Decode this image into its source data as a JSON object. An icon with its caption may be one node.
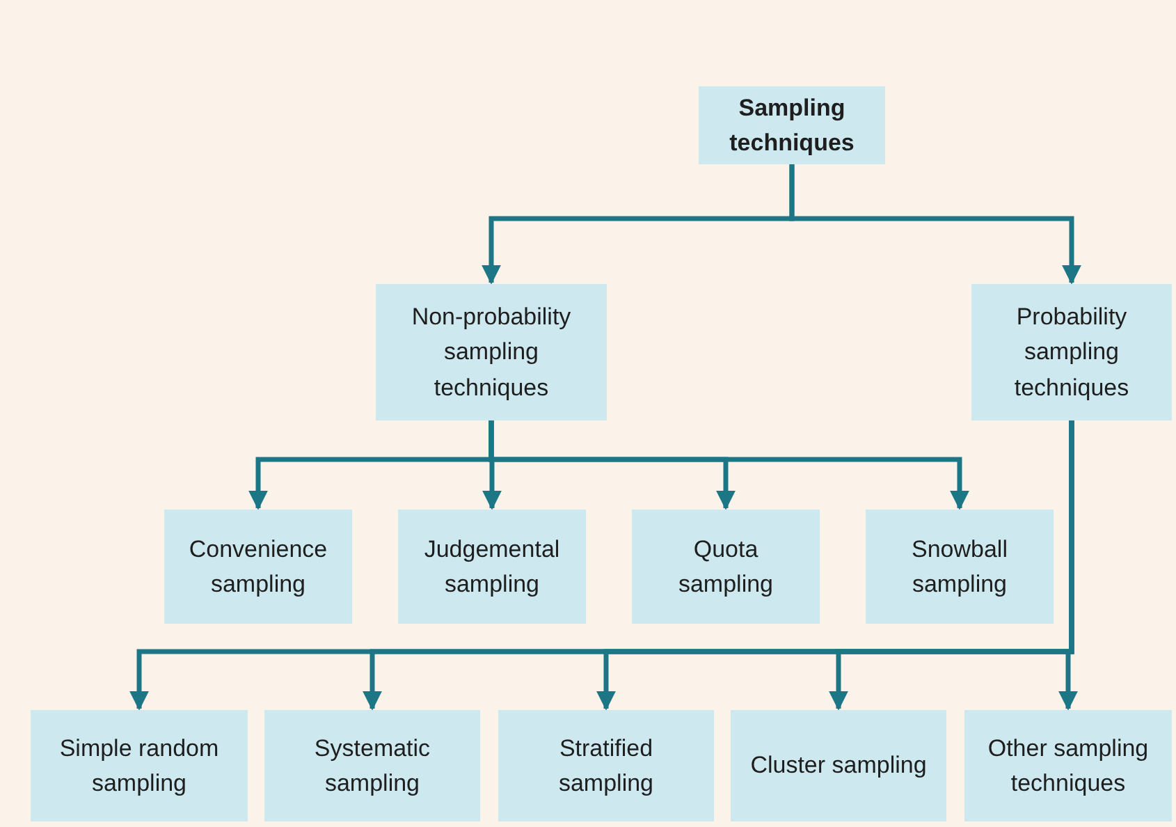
{
  "diagram": {
    "nodes": [
      {
        "text": [
          "Sampling techniques"
        ]
      },
      {
        "text": [
          "Non-probability sampling techniques"
        ]
      },
      {
        "text": [
          "Probability sampling techniques"
        ]
      },
      {
        "text": [
          "Convenience sampling"
        ]
      },
      {
        "text": [
          "Judgemental sampling"
        ]
      },
      {
        "text": [
          "Quota sampling"
        ]
      },
      {
        "text": [
          "Snowball sampling"
        ]
      },
      {
        "text": [
          "Simple random sampling"
        ]
      },
      {
        "text": [
          "Systematic sampling"
        ]
      },
      {
        "text": [
          "Stratified sampling"
        ]
      },
      {
        "text": [
          "Cluster sampling"
        ]
      },
      {
        "text": [
          "Other sampling techniques"
        ]
      }
    ],
    "edges": [
      {
        "from": 0,
        "to": 1,
        "arrow": "to"
      },
      {
        "from": 0,
        "to": 2,
        "arrow": "to"
      },
      {
        "from": 1,
        "to": 3,
        "arrow": "to"
      },
      {
        "from": 1,
        "to": 4,
        "arrow": "to"
      },
      {
        "from": 1,
        "to": 5,
        "arrow": "to"
      },
      {
        "from": 1,
        "to": 6,
        "arrow": "to"
      },
      {
        "from": 2,
        "to": 7,
        "arrow": "to"
      },
      {
        "from": 2,
        "to": 8,
        "arrow": "to"
      },
      {
        "from": 2,
        "to": 9,
        "arrow": "to"
      },
      {
        "from": 2,
        "to": 10,
        "arrow": "to"
      },
      {
        "from": 2,
        "to": 11,
        "arrow": "to"
      }
    ]
  }
}
